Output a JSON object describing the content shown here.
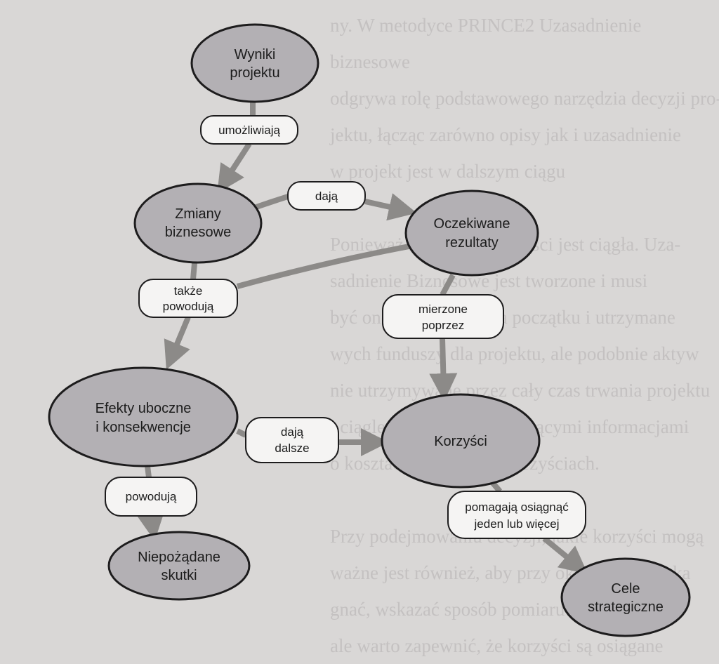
{
  "background_text": "ny. W metodyce PRINCE2 Uzasadnienie biznesowe\nodgrywa rolę podstawowego narzędzia decyzji pro-\njektu, łącząc zarówno opisy jak i uzasadnienie\nw projekt jest w dalszym ciągu\n\nPonieważ kwestia zasadności jest ciągła. Uza-\nsadnienie Biznesowe jest tworzone i musi\nbyć ono uzyskiwane na początku i utrzymane\nwych funduszy dla projektu, ale podobnie aktyw\nnie utrzymywane przez cały czas trwania projektu\ni ciągle aktualizowane bieżącymi informacjami\no kosztach, ryzykach i korzyściach.\n\nPrzy podejmowaniu decyzji, jakie korzyści mogą\nważne jest również, aby przy określeniu ryzyka\ngnać, wskazać sposób pomiaru korzyści\nale warto zapewnić, że korzyści są osiągane",
  "nodes": {
    "wyniki": [
      "Wyniki",
      "projektu"
    ],
    "zmiany": [
      "Zmiany",
      "biznesowe"
    ],
    "oczekiwane": [
      "Oczekiwane",
      "rezultaty"
    ],
    "efekty": [
      "Efekty uboczne",
      "i konsekwencje"
    ],
    "korzysci": [
      "Korzyści"
    ],
    "niepozadane": [
      "Niepożądane",
      "skutki"
    ],
    "cele": [
      "Cele",
      "strategiczne"
    ]
  },
  "relations": {
    "umozliwiaja": [
      "umożliwiają"
    ],
    "daja": [
      "dają"
    ],
    "takze_powoduja": [
      "także",
      "powodują"
    ],
    "mierzone_poprzez": [
      "mierzone",
      "poprzez"
    ],
    "daja_dalsze": [
      "dają",
      "dalsze"
    ],
    "powoduja": [
      "powodują"
    ],
    "pomagaja": [
      "pomagają osiągnąć",
      "jeden lub więcej"
    ]
  },
  "colors": {
    "node_fill": "#b3b0b4",
    "node_stroke": "#1d1c1d",
    "label_fill": "#f5f4f3",
    "arrow": "#8c8a88"
  }
}
